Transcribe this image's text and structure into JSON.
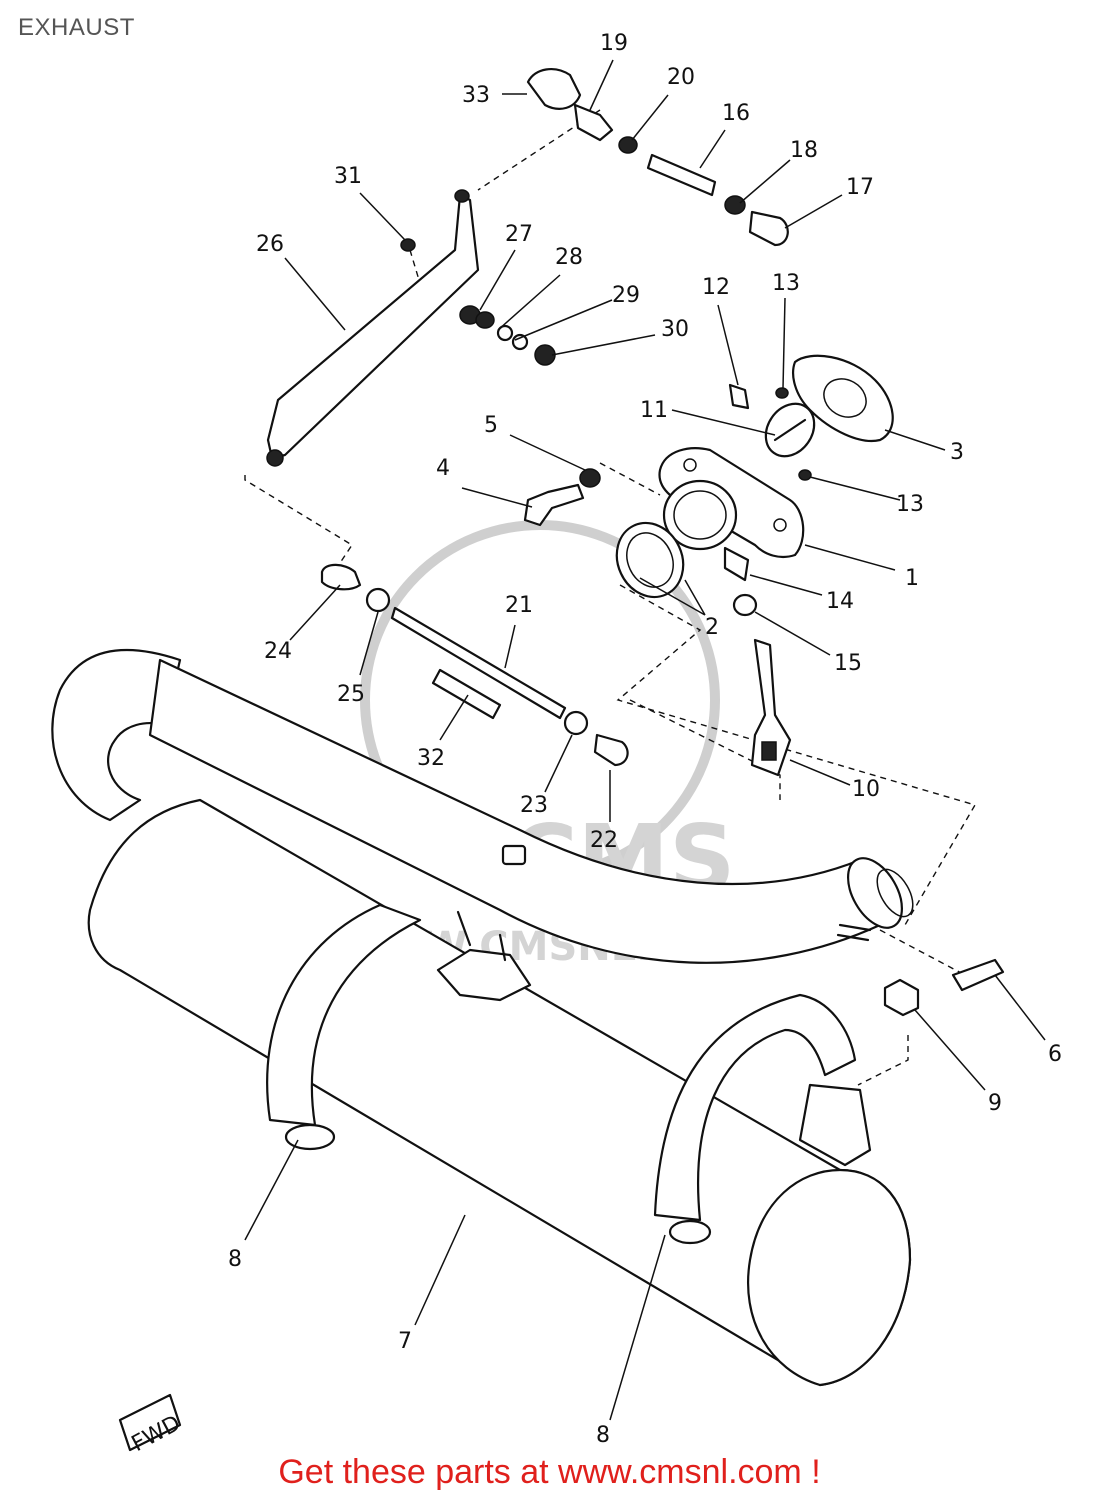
{
  "title": "EXHAUST",
  "watermark": {
    "logo_text": "CMS",
    "url_text": "WWW.CMSNL.COM",
    "color": "#d4d4d4"
  },
  "footer": {
    "text": "Get these parts at www.cmsnl.com !",
    "color": "#e0201c"
  },
  "direction_marker": "FWD",
  "callouts": [
    {
      "id": "c1",
      "label": "1"
    },
    {
      "id": "c2",
      "label": "2"
    },
    {
      "id": "c3",
      "label": "3"
    },
    {
      "id": "c4",
      "label": "4"
    },
    {
      "id": "c5",
      "label": "5"
    },
    {
      "id": "c6",
      "label": "6"
    },
    {
      "id": "c7",
      "label": "7"
    },
    {
      "id": "c8a",
      "label": "8"
    },
    {
      "id": "c8b",
      "label": "8"
    },
    {
      "id": "c9",
      "label": "9"
    },
    {
      "id": "c10",
      "label": "10"
    },
    {
      "id": "c11",
      "label": "11"
    },
    {
      "id": "c12",
      "label": "12"
    },
    {
      "id": "c13a",
      "label": "13"
    },
    {
      "id": "c13b",
      "label": "13"
    },
    {
      "id": "c14",
      "label": "14"
    },
    {
      "id": "c15",
      "label": "15"
    },
    {
      "id": "c16",
      "label": "16"
    },
    {
      "id": "c17",
      "label": "17"
    },
    {
      "id": "c18",
      "label": "18"
    },
    {
      "id": "c19",
      "label": "19"
    },
    {
      "id": "c20",
      "label": "20"
    },
    {
      "id": "c21",
      "label": "21"
    },
    {
      "id": "c22",
      "label": "22"
    },
    {
      "id": "c23",
      "label": "23"
    },
    {
      "id": "c24",
      "label": "24"
    },
    {
      "id": "c25",
      "label": "25"
    },
    {
      "id": "c26",
      "label": "26"
    },
    {
      "id": "c27",
      "label": "27"
    },
    {
      "id": "c28",
      "label": "28"
    },
    {
      "id": "c29",
      "label": "29"
    },
    {
      "id": "c30",
      "label": "30"
    },
    {
      "id": "c31",
      "label": "31"
    },
    {
      "id": "c32",
      "label": "32"
    },
    {
      "id": "c33",
      "label": "33"
    }
  ]
}
